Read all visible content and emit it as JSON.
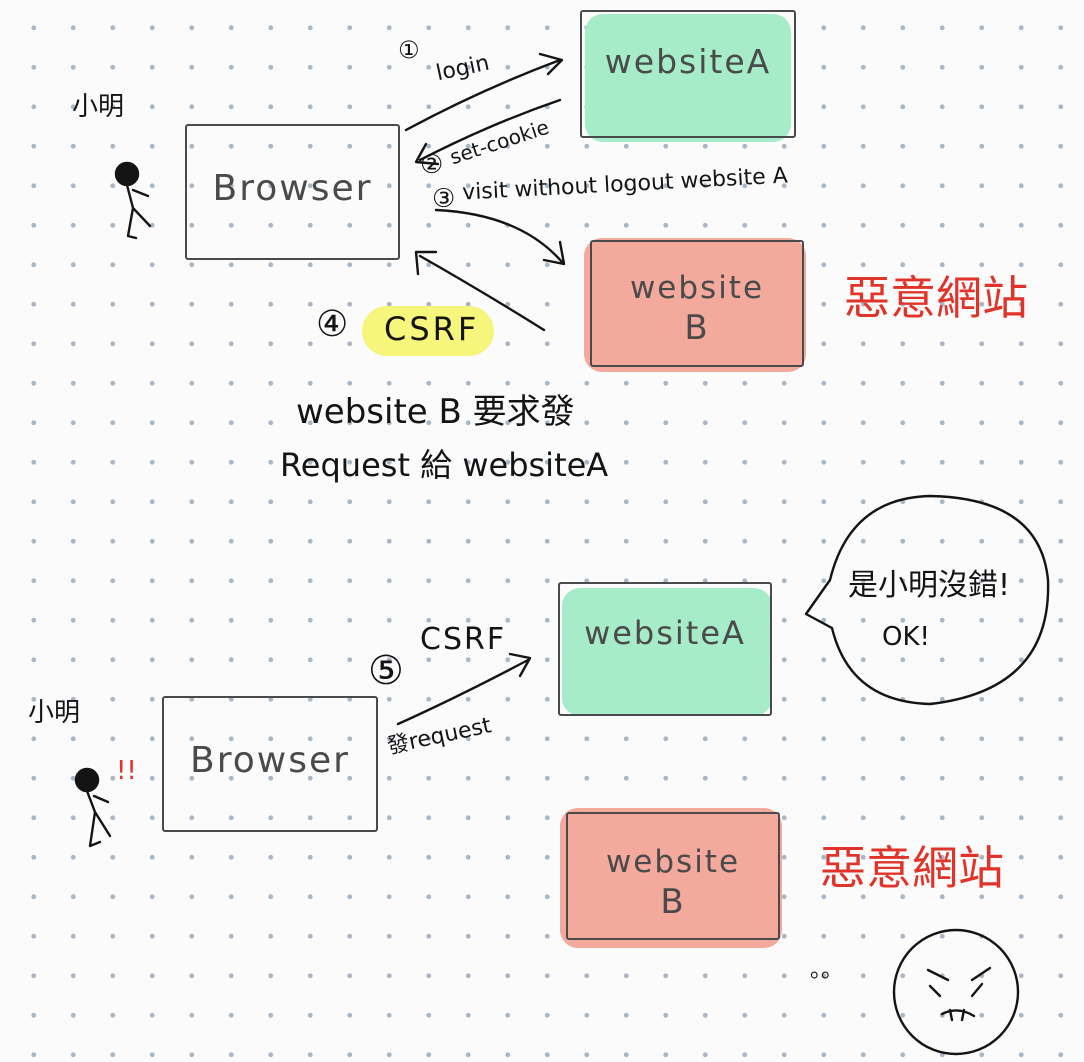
{
  "top": {
    "person_label": "小明",
    "browser_label": "Browser",
    "website_a_label": "websiteA",
    "website_b_label_line1": "website",
    "website_b_label_line2": "B",
    "malicious_label": "惡意網站",
    "step1_number": "①",
    "step1_text": "login",
    "step2_number": "②",
    "step2_text": "set-cookie",
    "step3_number": "③",
    "step3_text": "visit without logout website A",
    "step4_number": "④",
    "step4_text": "CSRF",
    "note_line1": "website B 要求發",
    "note_line2": "Request 給 websiteA"
  },
  "bottom": {
    "person_label": "小明",
    "exclaim": "!!",
    "browser_label": "Browser",
    "website_a_label": "websiteA",
    "website_b_label_line1": "website",
    "website_b_label_line2": "B",
    "malicious_label": "惡意網站",
    "step5_number": "⑤",
    "step5_text": "CSRF",
    "request_text": "發request",
    "bubble_line1": "是小明沒錯!",
    "bubble_line2": "OK!",
    "dots": "。。"
  },
  "colors": {
    "green_fill": "#a6ecc8",
    "red_fill": "#f4a99d",
    "highlight": "#f7f67c",
    "malicious_red": "#e0342a"
  }
}
